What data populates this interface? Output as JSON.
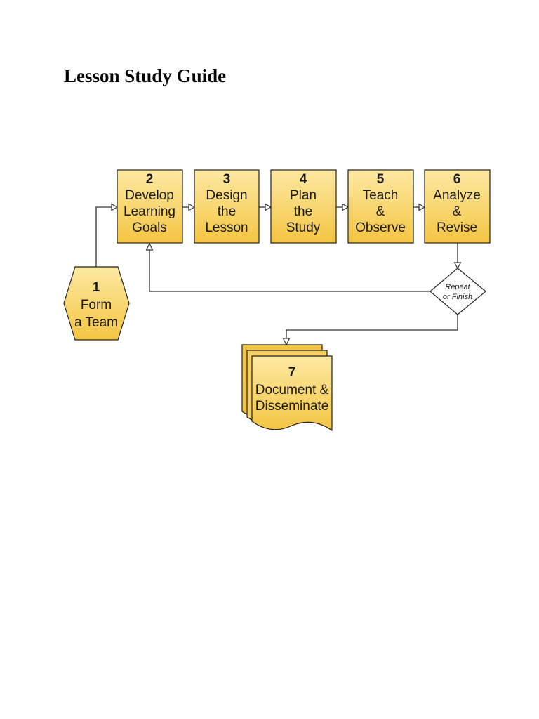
{
  "page": {
    "title": "Lesson Study Guide"
  },
  "colors": {
    "fill_light": "#fde9a3",
    "fill_dark": "#f4c542",
    "stroke": "#222222",
    "edge": "#333333"
  },
  "nodes": [
    {
      "id": "n1",
      "number": "1",
      "lines": [
        "Form",
        "a Team"
      ]
    },
    {
      "id": "n2",
      "number": "2",
      "lines": [
        "Develop",
        "Learning",
        "Goals"
      ]
    },
    {
      "id": "n3",
      "number": "3",
      "lines": [
        "Design",
        "the",
        "Lesson"
      ]
    },
    {
      "id": "n4",
      "number": "4",
      "lines": [
        "Plan",
        "the",
        "Study"
      ]
    },
    {
      "id": "n5",
      "number": "5",
      "lines": [
        "Teach",
        "&",
        "Observe"
      ]
    },
    {
      "id": "n6",
      "number": "6",
      "lines": [
        "Analyze",
        "&",
        "Revise"
      ]
    },
    {
      "id": "n7",
      "number": "7",
      "lines": [
        "Document &",
        "Disseminate"
      ]
    }
  ],
  "decision": {
    "lines": [
      "Repeat",
      "or Finish"
    ]
  }
}
